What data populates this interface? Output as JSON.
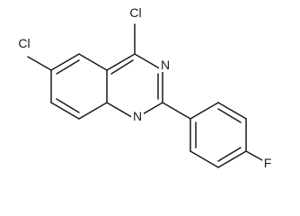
{
  "molecule": {
    "atoms": {
      "cl_top": "Cl",
      "cl_left": "Cl",
      "n_upper": "N",
      "n_lower": "N",
      "fluorine": "F"
    }
  }
}
